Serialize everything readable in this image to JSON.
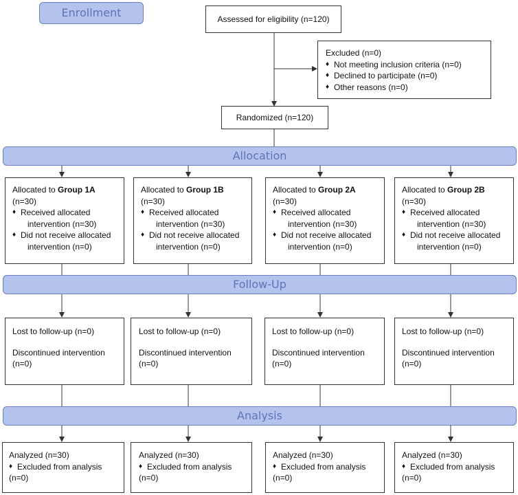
{
  "stages": {
    "enrollment": "Enrollment",
    "allocation": "Allocation",
    "follow_up": "Follow-Up",
    "analysis": "Analysis"
  },
  "assessed": "Assessed for eligibility (n=120)",
  "excluded": {
    "title": "Excluded (n=0)",
    "items": [
      "Not meeting inclusion criteria (n=0)",
      "Declined to participate (n=0)",
      "Other reasons (n=0)"
    ]
  },
  "randomized": "Randomized (n=120)",
  "allocation": {
    "prefix": "Allocated to ",
    "groups": [
      "Group 1A",
      "Group 1B",
      "Group 2A",
      "Group 2B"
    ],
    "n": "(n=30)",
    "received_1": "Received allocated",
    "received_2": "intervention (n=30)",
    "not_received_1": "Did not receive allocated",
    "not_received_2": "intervention (n=0)"
  },
  "follow_up": {
    "lost": "Lost to follow-up (n=0)",
    "discontinued_1": "Discontinued intervention",
    "discontinued_2": "(n=0)"
  },
  "analysis": {
    "analyzed": "Analyzed (n=30)",
    "excluded_1": "Excluded from analysis",
    "excluded_2": "(n=0)"
  }
}
